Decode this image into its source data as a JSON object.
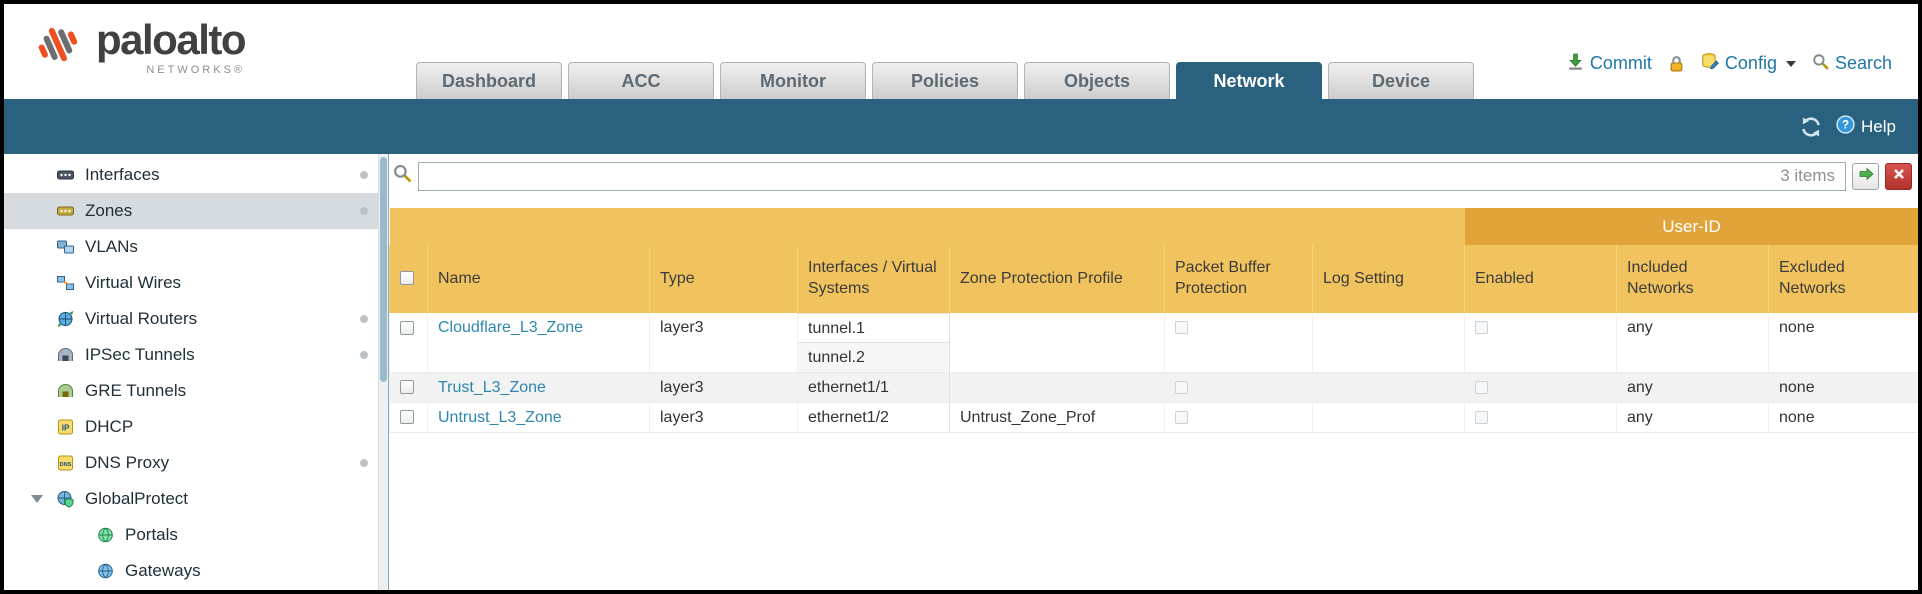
{
  "brand": {
    "name": "paloalto",
    "subtitle": "NETWORKS®"
  },
  "nav": {
    "tabs": [
      {
        "label": "Dashboard",
        "active": false
      },
      {
        "label": "ACC",
        "active": false
      },
      {
        "label": "Monitor",
        "active": false
      },
      {
        "label": "Policies",
        "active": false
      },
      {
        "label": "Objects",
        "active": false
      },
      {
        "label": "Network",
        "active": true
      },
      {
        "label": "Device",
        "active": false
      }
    ],
    "actions": {
      "commit_label": "Commit",
      "config_label": "Config",
      "search_label": "Search"
    }
  },
  "subheader": {
    "help_label": "Help"
  },
  "sidebar": {
    "items": [
      {
        "label": "Interfaces",
        "icon": "interfaces-icon",
        "dot": true,
        "selected": false,
        "level": 0,
        "expanded": false
      },
      {
        "label": "Zones",
        "icon": "zones-icon",
        "dot": true,
        "selected": true,
        "level": 0,
        "expanded": false
      },
      {
        "label": "VLANs",
        "icon": "vlans-icon",
        "dot": false,
        "selected": false,
        "level": 0,
        "expanded": false
      },
      {
        "label": "Virtual Wires",
        "icon": "virtual-wires-icon",
        "dot": false,
        "selected": false,
        "level": 0,
        "expanded": false
      },
      {
        "label": "Virtual Routers",
        "icon": "virtual-routers-icon",
        "dot": true,
        "selected": false,
        "level": 0,
        "expanded": false
      },
      {
        "label": "IPSec Tunnels",
        "icon": "ipsec-tunnels-icon",
        "dot": true,
        "selected": false,
        "level": 0,
        "expanded": false
      },
      {
        "label": "GRE Tunnels",
        "icon": "gre-tunnels-icon",
        "dot": false,
        "selected": false,
        "level": 0,
        "expanded": false
      },
      {
        "label": "DHCP",
        "icon": "dhcp-icon",
        "dot": false,
        "selected": false,
        "level": 0,
        "expanded": false
      },
      {
        "label": "DNS Proxy",
        "icon": "dns-proxy-icon",
        "dot": true,
        "selected": false,
        "level": 0,
        "expanded": false
      },
      {
        "label": "GlobalProtect",
        "icon": "globalprotect-icon",
        "dot": false,
        "selected": false,
        "level": 0,
        "expanded": true
      },
      {
        "label": "Portals",
        "icon": "portals-icon",
        "dot": false,
        "selected": false,
        "level": 1,
        "expanded": false
      },
      {
        "label": "Gateways",
        "icon": "gateways-icon",
        "dot": false,
        "selected": false,
        "level": 1,
        "expanded": false
      }
    ]
  },
  "filter": {
    "value": "",
    "count": "3 items"
  },
  "table": {
    "group_header": {
      "user_id": "User-ID"
    },
    "columns": [
      "Name",
      "Type",
      "Interfaces / Virtual Systems",
      "Zone Protection Profile",
      "Packet Buffer Protection",
      "Log Setting",
      "Enabled",
      "Included Networks",
      "Excluded Networks"
    ],
    "rows": [
      {
        "name": "Cloudflare_L3_Zone",
        "type": "layer3",
        "interfaces": [
          "tunnel.1",
          "tunnel.2"
        ],
        "zone_protection_profile": "",
        "packet_buffer_protection": false,
        "log_setting": "",
        "user_id_enabled": false,
        "included_networks": "any",
        "excluded_networks": "none"
      },
      {
        "name": "Trust_L3_Zone",
        "type": "layer3",
        "interfaces": [
          "ethernet1/1"
        ],
        "zone_protection_profile": "",
        "packet_buffer_protection": false,
        "log_setting": "",
        "user_id_enabled": false,
        "included_networks": "any",
        "excluded_networks": "none"
      },
      {
        "name": "Untrust_L3_Zone",
        "type": "layer3",
        "interfaces": [
          "ethernet1/2"
        ],
        "zone_protection_profile": "Untrust_Zone_Prof",
        "packet_buffer_protection": false,
        "log_setting": "",
        "user_id_enabled": false,
        "included_networks": "any",
        "excluded_networks": "none"
      }
    ]
  },
  "colors": {
    "accent_teal": "#2a617f",
    "header_orange": "#f0c35e",
    "header_orange_dark": "#e1a43b",
    "link_teal": "#2e88ad",
    "brand_orange": "#f04e23"
  }
}
